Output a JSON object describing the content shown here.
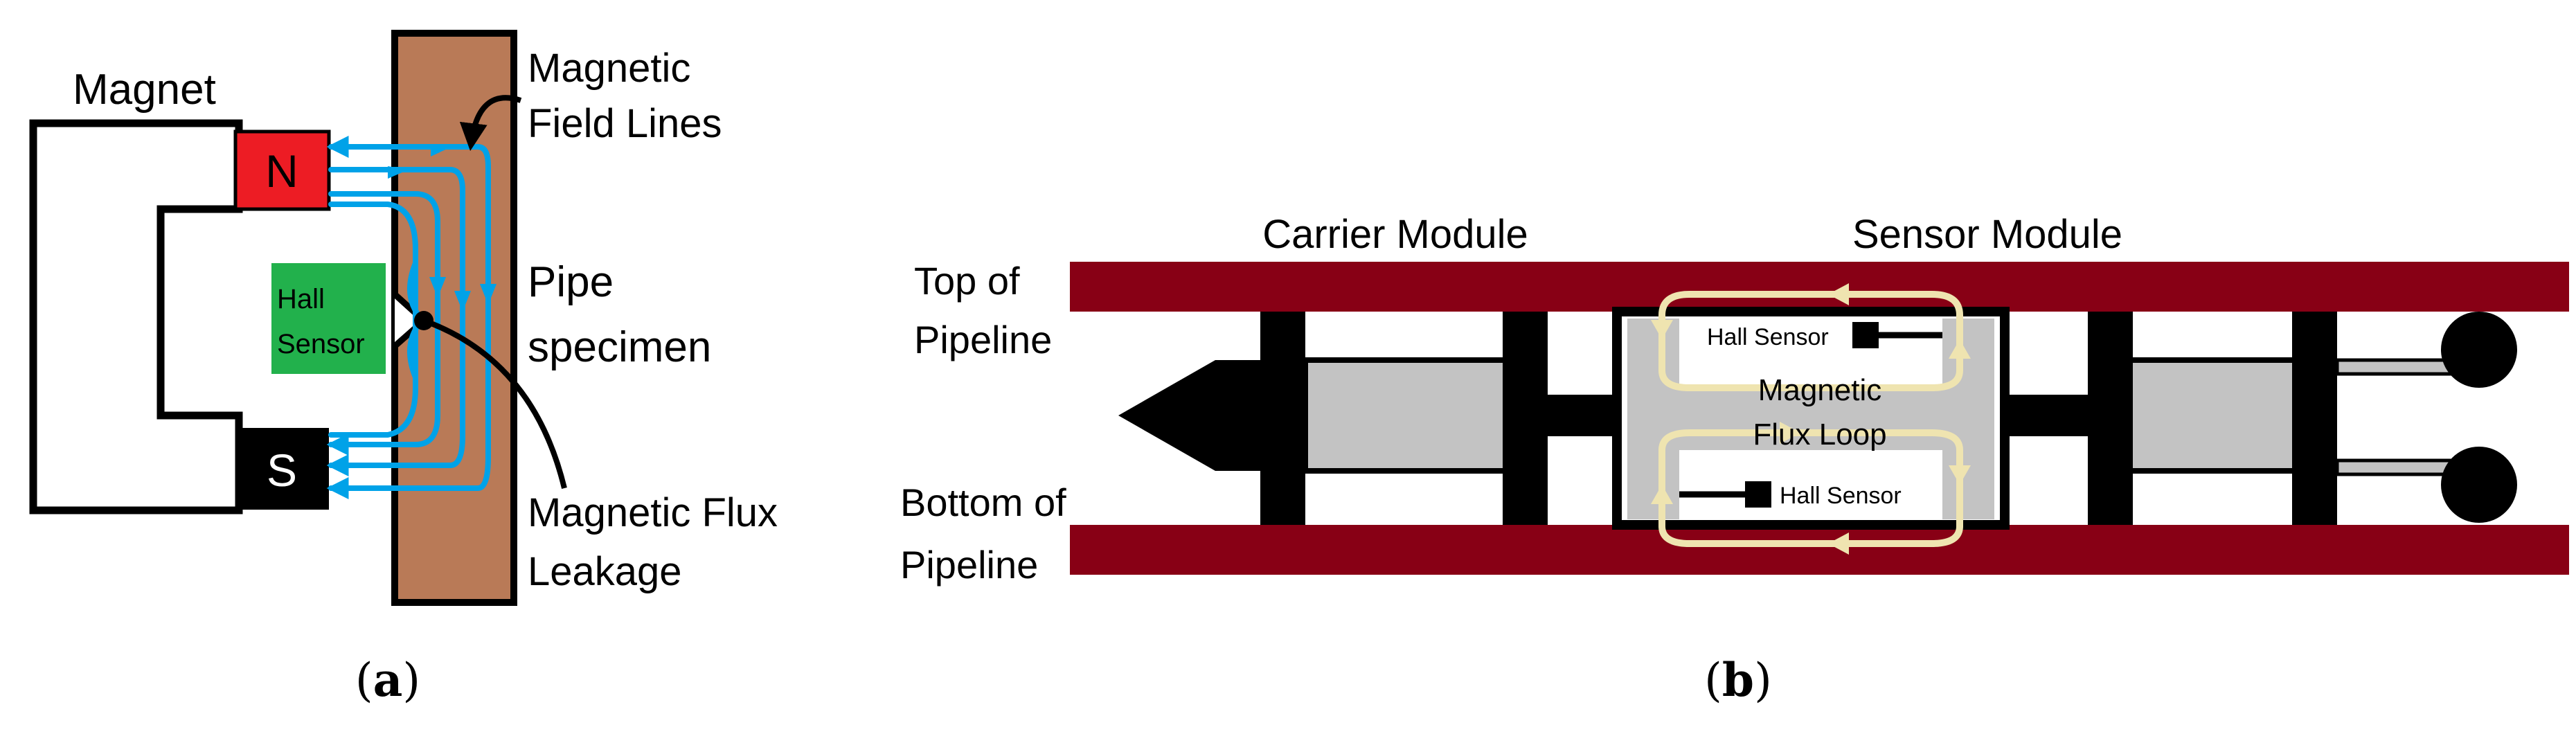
{
  "panel_a": {
    "magnet_label": "Magnet",
    "north_label": "N",
    "south_label": "S",
    "hall_line1": "Hall",
    "hall_line2": "Sensor",
    "field_line1": "Magnetic",
    "field_line2": "Field Lines",
    "pipe_line1": "Pipe",
    "pipe_line2": "specimen",
    "mfl_line1": "Magnetic Flux",
    "mfl_line2": "Leakage",
    "caption_open": "(",
    "caption_letter": "a",
    "caption_close": ")"
  },
  "panel_b": {
    "carrier_label": "Carrier Module",
    "sensor_module_label": "Sensor Module",
    "top_line1": "Top of",
    "top_line2": "Pipeline",
    "bottom_line1": "Bottom of",
    "bottom_line2": "Pipeline",
    "hall_top": "Hall Sensor",
    "hall_bottom": "Hall Sensor",
    "loop_line1": "Magnetic",
    "loop_line2": "Flux Loop",
    "caption_open": "(",
    "caption_letter": "b",
    "caption_close": ")"
  },
  "colors": {
    "magnet_north": "#ed1c24",
    "magnet_south": "#000000",
    "hall_sensor": "#22b14c",
    "pipe_specimen": "#b97a57",
    "field_lines": "#00a2e8",
    "pipeline_wall": "#880015",
    "module_body": "#c3c3c3",
    "flux_loop": "#efe4b0"
  }
}
